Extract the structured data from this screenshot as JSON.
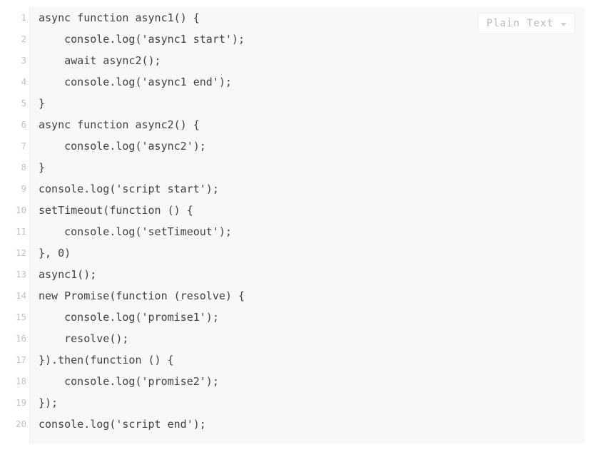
{
  "widget": {
    "type": "code-block",
    "language_badge": {
      "label": "Plain Text",
      "caret": "chevron-down-icon"
    },
    "colors": {
      "page_background": "#ffffff",
      "code_background": "#f8f8f8",
      "code_text": "#3f3f46",
      "line_number": "#c2c2c2",
      "divider": "#ececec",
      "badge_text": "#b9b9b9",
      "badge_border": "#f0f0f0"
    }
  },
  "code": {
    "total_lines": 20,
    "lines": [
      {
        "number": "1",
        "text": "async function async1() {"
      },
      {
        "number": "2",
        "text": "    console.log('async1 start');"
      },
      {
        "number": "3",
        "text": "    await async2();"
      },
      {
        "number": "4",
        "text": "    console.log('async1 end');"
      },
      {
        "number": "5",
        "text": "}"
      },
      {
        "number": "6",
        "text": "async function async2() {"
      },
      {
        "number": "7",
        "text": "    console.log('async2');"
      },
      {
        "number": "8",
        "text": "}"
      },
      {
        "number": "9",
        "text": "console.log('script start');"
      },
      {
        "number": "10",
        "text": "setTimeout(function () {"
      },
      {
        "number": "11",
        "text": "    console.log('setTimeout');"
      },
      {
        "number": "12",
        "text": "}, 0)"
      },
      {
        "number": "13",
        "text": "async1();"
      },
      {
        "number": "14",
        "text": "new Promise(function (resolve) {"
      },
      {
        "number": "15",
        "text": "    console.log('promise1');"
      },
      {
        "number": "16",
        "text": "    resolve();"
      },
      {
        "number": "17",
        "text": "}).then(function () {"
      },
      {
        "number": "18",
        "text": "    console.log('promise2');"
      },
      {
        "number": "19",
        "text": "});"
      },
      {
        "number": "20",
        "text": "console.log('script end');"
      }
    ]
  }
}
